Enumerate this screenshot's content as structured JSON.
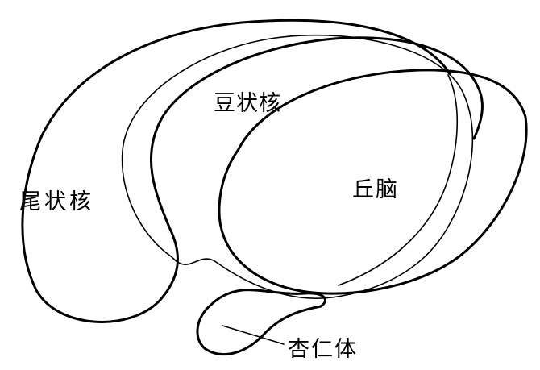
{
  "labels": {
    "caudate_nucleus": "尾状核",
    "lentiform_nucleus": "豆状核",
    "thalamus": "丘脑",
    "amygdala": "杏仁体"
  },
  "colors": {
    "stroke": "#000000",
    "background": "#ffffff"
  }
}
